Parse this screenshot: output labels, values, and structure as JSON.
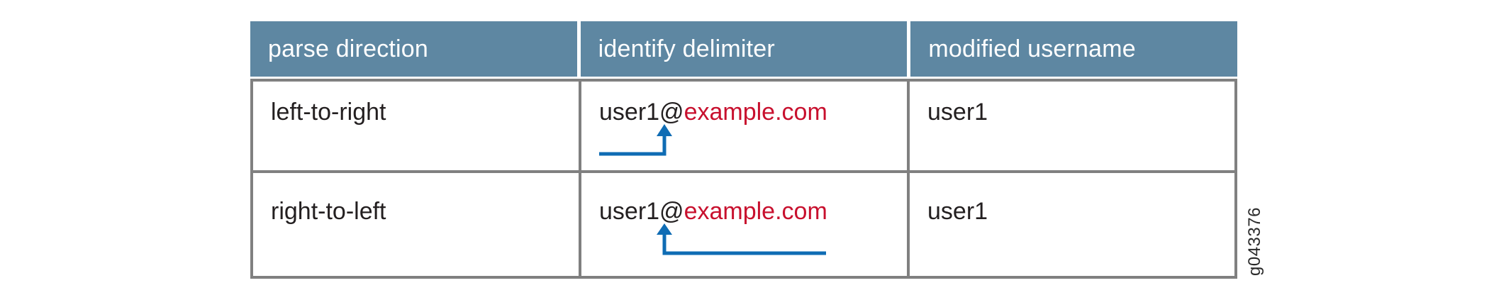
{
  "figure_label": "g043376",
  "table": {
    "headers": [
      "parse direction",
      "identify delimiter",
      "modified username"
    ],
    "rows": [
      {
        "direction": "left-to-right",
        "email_user_part": "user1@",
        "email_domain_part": "example.com",
        "modified_username": "user1",
        "arrow_icon": "elbow-arrow-from-left-pointing-up-at-delimiter"
      },
      {
        "direction": "right-to-left",
        "email_user_part": "user1@",
        "email_domain_part": "example.com",
        "modified_username": "user1",
        "arrow_icon": "elbow-arrow-from-right-pointing-up-at-delimiter"
      }
    ]
  },
  "colors": {
    "header_bg": "#5e87a2",
    "header_text": "#ffffff",
    "body_text": "#231f20",
    "domain_text": "#c8102e",
    "arrow": "#0f6cb4",
    "border": "#808080"
  }
}
